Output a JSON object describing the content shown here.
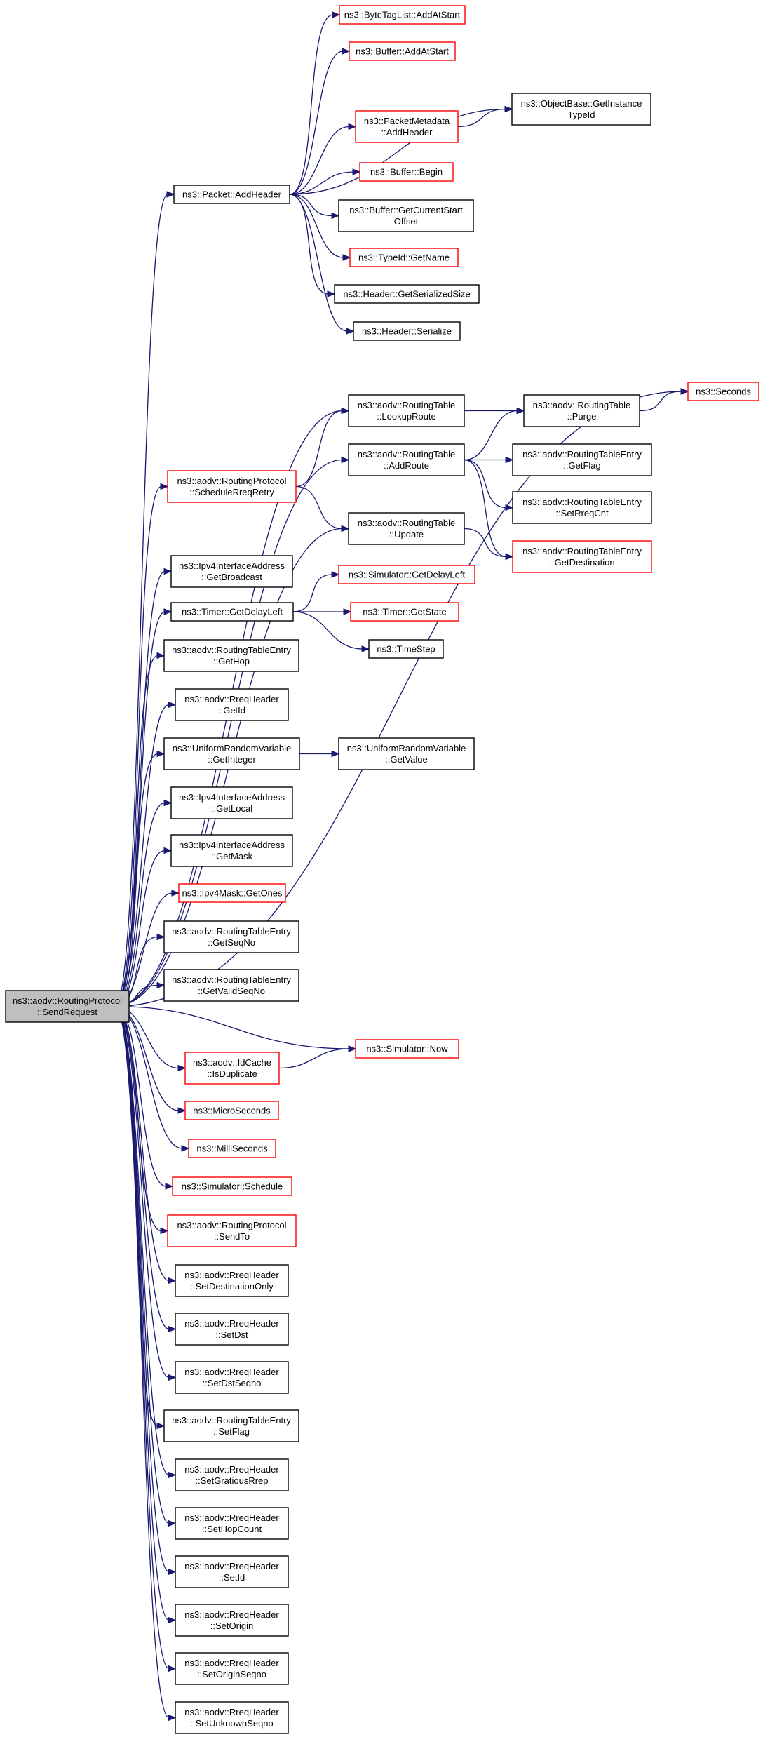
{
  "colors": {
    "edge": "#191970",
    "box_stroke_default": "#000000",
    "box_stroke_truncated": "#ff0000",
    "root_fill": "#bfbfbf",
    "box_fill": "#ffffff"
  },
  "nodes": [
    {
      "id": "root",
      "lines": [
        "ns3::aodv::RoutingProtocol",
        "::SendRequest"
      ],
      "style": "root"
    },
    {
      "id": "pkt_addheader",
      "lines": [
        "ns3::Packet::AddHeader"
      ],
      "style": "normal"
    },
    {
      "id": "bytetag_addatstart",
      "lines": [
        "ns3::ByteTagList::AddAtStart"
      ],
      "style": "red"
    },
    {
      "id": "buffer_addatstart",
      "lines": [
        "ns3::Buffer::AddAtStart"
      ],
      "style": "red"
    },
    {
      "id": "objbase_gettypeid",
      "lines": [
        "ns3::ObjectBase::GetInstance",
        "TypeId"
      ],
      "style": "normal"
    },
    {
      "id": "pktmeta_addheader",
      "lines": [
        "ns3::PacketMetadata",
        "::AddHeader"
      ],
      "style": "red"
    },
    {
      "id": "buffer_begin",
      "lines": [
        "ns3::Buffer::Begin"
      ],
      "style": "red"
    },
    {
      "id": "buffer_getcurrentstart",
      "lines": [
        "ns3::Buffer::GetCurrentStart",
        "Offset"
      ],
      "style": "normal"
    },
    {
      "id": "typeid_getname",
      "lines": [
        "ns3::TypeId::GetName"
      ],
      "style": "red"
    },
    {
      "id": "header_getserializedsize",
      "lines": [
        "ns3::Header::GetSerializedSize"
      ],
      "style": "normal"
    },
    {
      "id": "header_serialize",
      "lines": [
        "ns3::Header::Serialize"
      ],
      "style": "normal"
    },
    {
      "id": "seconds",
      "lines": [
        "ns3::Seconds"
      ],
      "style": "red"
    },
    {
      "id": "rt_lookuproute",
      "lines": [
        "ns3::aodv::RoutingTable",
        "::LookupRoute"
      ],
      "style": "normal"
    },
    {
      "id": "rt_purge",
      "lines": [
        "ns3::aodv::RoutingTable",
        "::Purge"
      ],
      "style": "normal"
    },
    {
      "id": "rt_addroute",
      "lines": [
        "ns3::aodv::RoutingTable",
        "::AddRoute"
      ],
      "style": "normal"
    },
    {
      "id": "rte_getflag",
      "lines": [
        "ns3::aodv::RoutingTableEntry",
        "::GetFlag"
      ],
      "style": "normal"
    },
    {
      "id": "rp_schedulerreqretry",
      "lines": [
        "ns3::aodv::RoutingProtocol",
        "::ScheduleRreqRetry"
      ],
      "style": "red"
    },
    {
      "id": "rte_setrreqcnt",
      "lines": [
        "ns3::aodv::RoutingTableEntry",
        "::SetRreqCnt"
      ],
      "style": "normal"
    },
    {
      "id": "rt_update",
      "lines": [
        "ns3::aodv::RoutingTable",
        "::Update"
      ],
      "style": "normal"
    },
    {
      "id": "rte_getdestination",
      "lines": [
        "ns3::aodv::RoutingTableEntry",
        "::GetDestination"
      ],
      "style": "red"
    },
    {
      "id": "ipv4ia_getbroadcast",
      "lines": [
        "ns3::Ipv4InterfaceAddress",
        "::GetBroadcast"
      ],
      "style": "normal"
    },
    {
      "id": "sim_getdelayleft",
      "lines": [
        "ns3::Simulator::GetDelayLeft"
      ],
      "style": "red"
    },
    {
      "id": "timer_getdelayleft",
      "lines": [
        "ns3::Timer::GetDelayLeft"
      ],
      "style": "normal"
    },
    {
      "id": "timer_getstate",
      "lines": [
        "ns3::Timer::GetState"
      ],
      "style": "red"
    },
    {
      "id": "timestep",
      "lines": [
        "ns3::TimeStep"
      ],
      "style": "normal"
    },
    {
      "id": "rte_gethop",
      "lines": [
        "ns3::aodv::RoutingTableEntry",
        "::GetHop"
      ],
      "style": "normal"
    },
    {
      "id": "rreq_getid",
      "lines": [
        "ns3::aodv::RreqHeader",
        "::GetId"
      ],
      "style": "normal"
    },
    {
      "id": "urv_getinteger",
      "lines": [
        "ns3::UniformRandomVariable",
        "::GetInteger"
      ],
      "style": "normal"
    },
    {
      "id": "urv_getvalue",
      "lines": [
        "ns3::UniformRandomVariable",
        "::GetValue"
      ],
      "style": "normal"
    },
    {
      "id": "ipv4ia_getlocal",
      "lines": [
        "ns3::Ipv4InterfaceAddress",
        "::GetLocal"
      ],
      "style": "normal"
    },
    {
      "id": "ipv4ia_getmask",
      "lines": [
        "ns3::Ipv4InterfaceAddress",
        "::GetMask"
      ],
      "style": "normal"
    },
    {
      "id": "ipv4mask_getones",
      "lines": [
        "ns3::Ipv4Mask::GetOnes"
      ],
      "style": "red"
    },
    {
      "id": "rte_getseqno",
      "lines": [
        "ns3::aodv::RoutingTableEntry",
        "::GetSeqNo"
      ],
      "style": "normal"
    },
    {
      "id": "rte_getvalidseqno",
      "lines": [
        "ns3::aodv::RoutingTableEntry",
        "::GetValidSeqNo"
      ],
      "style": "normal"
    },
    {
      "id": "sim_now",
      "lines": [
        "ns3::Simulator::Now"
      ],
      "style": "red"
    },
    {
      "id": "idcache_isduplicate",
      "lines": [
        "ns3::aodv::IdCache",
        "::IsDuplicate"
      ],
      "style": "red"
    },
    {
      "id": "microseconds",
      "lines": [
        "ns3::MicroSeconds"
      ],
      "style": "red"
    },
    {
      "id": "milliseconds",
      "lines": [
        "ns3::MilliSeconds"
      ],
      "style": "red"
    },
    {
      "id": "sim_schedule",
      "lines": [
        "ns3::Simulator::Schedule"
      ],
      "style": "red"
    },
    {
      "id": "rp_sendto",
      "lines": [
        "ns3::aodv::RoutingProtocol",
        "::SendTo"
      ],
      "style": "red"
    },
    {
      "id": "rreq_setdestonly",
      "lines": [
        "ns3::aodv::RreqHeader",
        "::SetDestinationOnly"
      ],
      "style": "normal"
    },
    {
      "id": "rreq_setdst",
      "lines": [
        "ns3::aodv::RreqHeader",
        "::SetDst"
      ],
      "style": "normal"
    },
    {
      "id": "rreq_setdstseqno",
      "lines": [
        "ns3::aodv::RreqHeader",
        "::SetDstSeqno"
      ],
      "style": "normal"
    },
    {
      "id": "rte_setflag",
      "lines": [
        "ns3::aodv::RoutingTableEntry",
        "::SetFlag"
      ],
      "style": "normal"
    },
    {
      "id": "rreq_setgratiousrrep",
      "lines": [
        "ns3::aodv::RreqHeader",
        "::SetGratiousRrep"
      ],
      "style": "normal"
    },
    {
      "id": "rreq_sethopcount",
      "lines": [
        "ns3::aodv::RreqHeader",
        "::SetHopCount"
      ],
      "style": "normal"
    },
    {
      "id": "rreq_setid",
      "lines": [
        "ns3::aodv::RreqHeader",
        "::SetId"
      ],
      "style": "normal"
    },
    {
      "id": "rreq_setorigin",
      "lines": [
        "ns3::aodv::RreqHeader",
        "::SetOrigin"
      ],
      "style": "normal"
    },
    {
      "id": "rreq_setoriginseqno",
      "lines": [
        "ns3::aodv::RreqHeader",
        "::SetOriginSeqno"
      ],
      "style": "normal"
    },
    {
      "id": "rreq_setunknownseqno",
      "lines": [
        "ns3::aodv::RreqHeader",
        "::SetUnknownSeqno"
      ],
      "style": "normal"
    }
  ],
  "edges": [
    [
      "root",
      "pkt_addheader"
    ],
    [
      "pkt_addheader",
      "bytetag_addatstart"
    ],
    [
      "pkt_addheader",
      "buffer_addatstart"
    ],
    [
      "pkt_addheader",
      "objbase_gettypeid"
    ],
    [
      "pkt_addheader",
      "pktmeta_addheader"
    ],
    [
      "pkt_addheader",
      "buffer_begin"
    ],
    [
      "pkt_addheader",
      "buffer_getcurrentstart"
    ],
    [
      "pkt_addheader",
      "typeid_getname"
    ],
    [
      "pkt_addheader",
      "header_getserializedsize"
    ],
    [
      "pkt_addheader",
      "header_serialize"
    ],
    [
      "pktmeta_addheader",
      "objbase_gettypeid"
    ],
    [
      "root",
      "seconds"
    ],
    [
      "root",
      "rt_lookuproute"
    ],
    [
      "root",
      "rt_addroute"
    ],
    [
      "root",
      "rp_schedulerreqretry"
    ],
    [
      "root",
      "rt_update"
    ],
    [
      "rt_lookuproute",
      "rt_purge"
    ],
    [
      "rt_addroute",
      "rt_purge"
    ],
    [
      "rt_addroute",
      "rte_getflag"
    ],
    [
      "rt_addroute",
      "rte_setrreqcnt"
    ],
    [
      "rt_addroute",
      "rte_getdestination"
    ],
    [
      "rt_update",
      "rte_getdestination"
    ],
    [
      "rt_purge",
      "seconds"
    ],
    [
      "rp_schedulerreqretry",
      "rt_lookuproute"
    ],
    [
      "rp_schedulerreqretry",
      "rt_update"
    ],
    [
      "root",
      "ipv4ia_getbroadcast"
    ],
    [
      "root",
      "timer_getdelayleft"
    ],
    [
      "timer_getdelayleft",
      "sim_getdelayleft"
    ],
    [
      "timer_getdelayleft",
      "timer_getstate"
    ],
    [
      "timer_getdelayleft",
      "timestep"
    ],
    [
      "root",
      "rte_gethop"
    ],
    [
      "root",
      "rreq_getid"
    ],
    [
      "root",
      "urv_getinteger"
    ],
    [
      "urv_getinteger",
      "urv_getvalue"
    ],
    [
      "root",
      "ipv4ia_getlocal"
    ],
    [
      "root",
      "ipv4ia_getmask"
    ],
    [
      "root",
      "ipv4mask_getones"
    ],
    [
      "root",
      "rte_getseqno"
    ],
    [
      "root",
      "rte_getvalidseqno"
    ],
    [
      "root",
      "sim_now"
    ],
    [
      "root",
      "idcache_isduplicate"
    ],
    [
      "idcache_isduplicate",
      "sim_now"
    ],
    [
      "root",
      "microseconds"
    ],
    [
      "root",
      "milliseconds"
    ],
    [
      "root",
      "sim_schedule"
    ],
    [
      "root",
      "rp_sendto"
    ],
    [
      "root",
      "rreq_setdestonly"
    ],
    [
      "root",
      "rreq_setdst"
    ],
    [
      "root",
      "rreq_setdstseqno"
    ],
    [
      "root",
      "rte_setflag"
    ],
    [
      "root",
      "rreq_setgratiousrrep"
    ],
    [
      "root",
      "rreq_sethopcount"
    ],
    [
      "root",
      "rreq_setid"
    ],
    [
      "root",
      "rreq_setorigin"
    ],
    [
      "root",
      "rreq_setoriginseqno"
    ],
    [
      "root",
      "rreq_setunknownseqno"
    ]
  ]
}
